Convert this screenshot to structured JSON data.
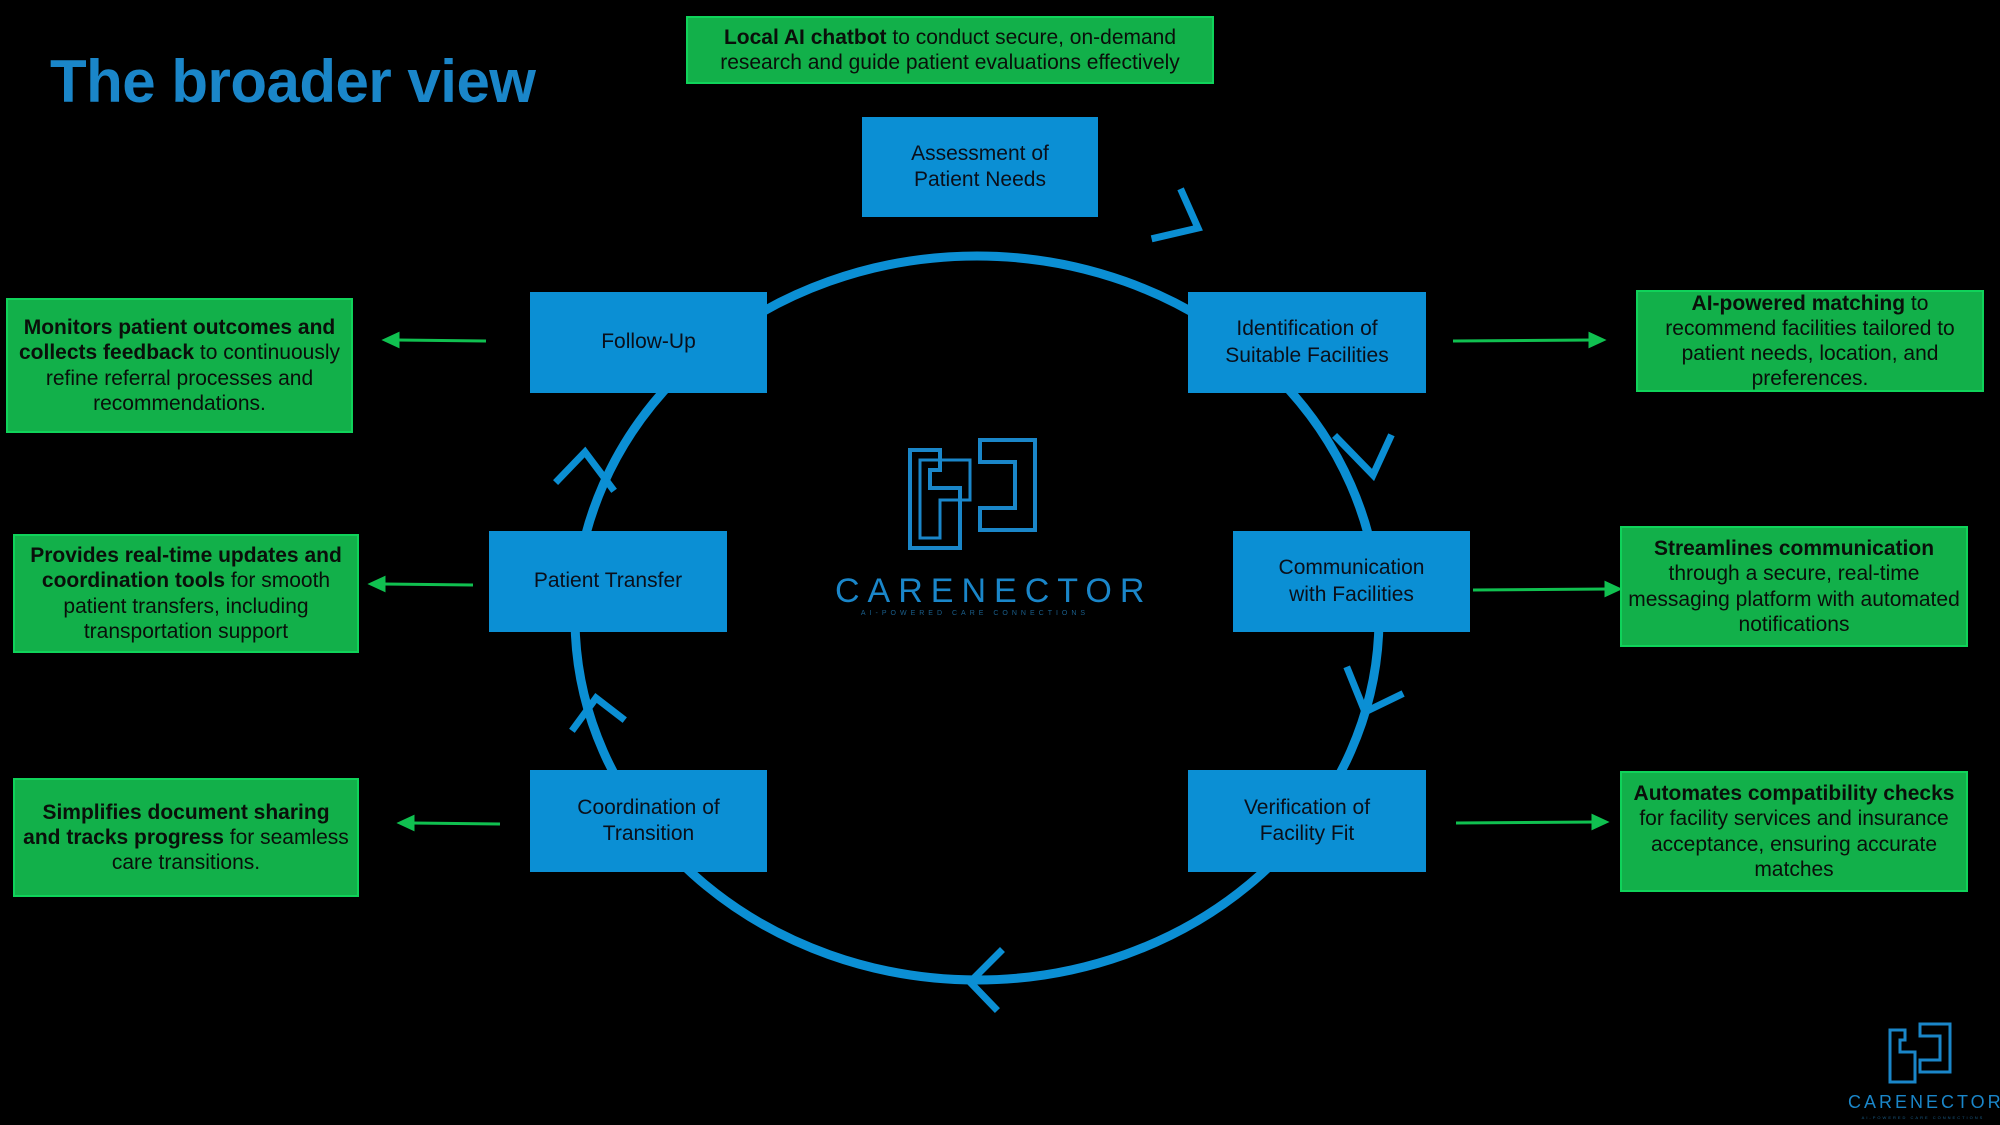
{
  "title": "The broader view",
  "colors": {
    "background": "#000000",
    "accent_blue": "#0b8fd4",
    "title_blue": "#1a86c9",
    "note_green": "#12b04a",
    "arrow_green": "#10c050"
  },
  "steps": [
    {
      "id": "assessment",
      "label": "Assessment of\nPatient Needs"
    },
    {
      "id": "identification",
      "label": "Identification of\nSuitable Facilities"
    },
    {
      "id": "communication",
      "label": "Communication\nwith Facilities"
    },
    {
      "id": "verification",
      "label": "Verification of\nFacility Fit"
    },
    {
      "id": "coordination",
      "label": "Coordination of\nTransition"
    },
    {
      "id": "transfer",
      "label": "Patient Transfer"
    },
    {
      "id": "followup",
      "label": "Follow-Up"
    }
  ],
  "notes": {
    "chatbot": {
      "bold": "Local AI chatbot",
      "rest": " to conduct secure, on-demand research and guide patient evaluations effectively"
    },
    "matching": {
      "bold": "AI-powered matching",
      "rest": " to recommend facilities tailored to patient needs, location, and preferences."
    },
    "communication": {
      "bold": "Streamlines communication",
      "rest": " through a secure, real-time messaging platform with automated notifications"
    },
    "compatibility": {
      "bold": "Automates compatibility checks",
      "rest": " for facility services and insurance acceptance, ensuring accurate matches"
    },
    "documents": {
      "bold": "Simplifies document sharing and tracks progress",
      "rest": " for seamless care transitions."
    },
    "transfers": {
      "bold": "Provides real-time updates and coordination tools",
      "rest": " for smooth patient transfers, including transportation support"
    },
    "outcomes": {
      "bold": "Monitors patient outcomes and collects feedback",
      "rest": " to continuously refine referral processes and recommendations."
    }
  },
  "logo": {
    "brand": "CARENECTOR",
    "tagline": "AI-POWERED CARE CONNECTIONS",
    "icon": "medical-cross-connector-icon"
  }
}
